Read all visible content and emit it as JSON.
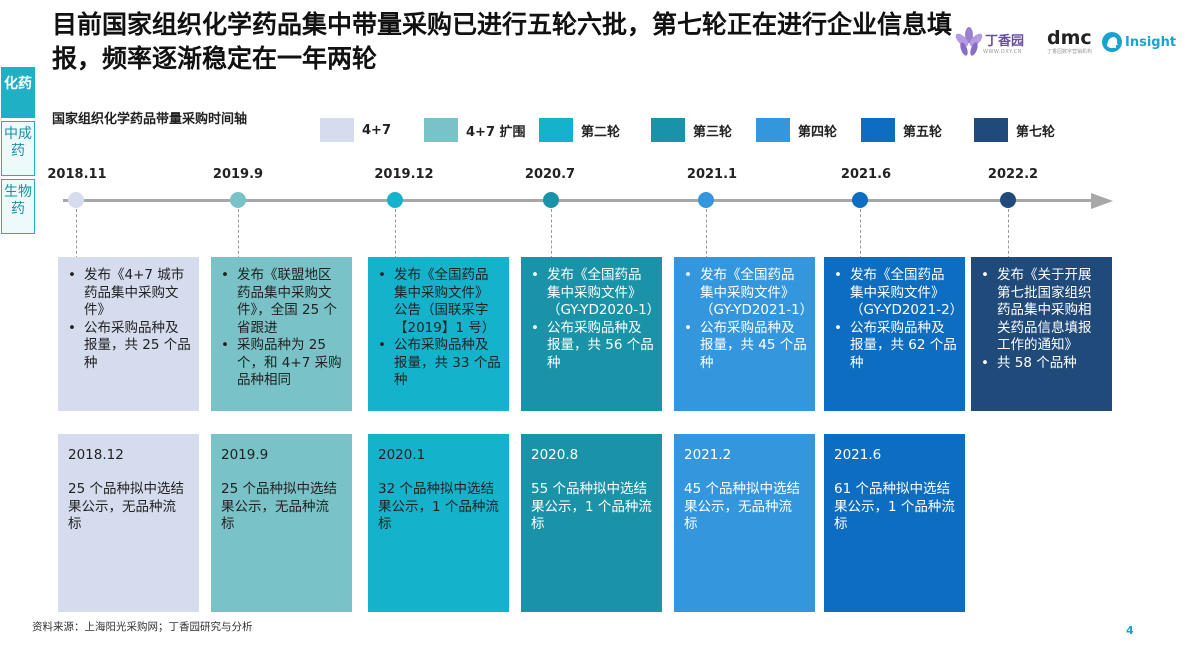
{
  "title": "目前国家组织化学药品集中带量采购已进行五轮六批，第七轮正在进行企业信息填报，频率逐渐稳定在一年两轮",
  "logos": {
    "dxy_name": "丁香园",
    "dxy_url": "WWW.DXY.CN",
    "dmc_name": "dmc",
    "dmc_sub": "丁香园数字营销机构",
    "insight_name": "Insight"
  },
  "side_tabs": [
    "化药",
    "中成药",
    "生物药"
  ],
  "subtitle": "国家组织化学药品带量采购时间轴",
  "legend": [
    {
      "label": "4+7",
      "color": "#d5dcee"
    },
    {
      "label": "4+7 扩围",
      "color": "#79c2c7"
    },
    {
      "label": "第二轮",
      "color": "#15b3cb"
    },
    {
      "label": "第三轮",
      "color": "#1a93a8"
    },
    {
      "label": "第四轮",
      "color": "#3497de"
    },
    {
      "label": "第五轮",
      "color": "#0d6dc0"
    },
    {
      "label": "第七轮",
      "color": "#1f4a79"
    }
  ],
  "timeline": [
    {
      "date": "2018.11",
      "color": "#d5dcee",
      "text_color": "#222222",
      "bullets": [
        "发布《4+7 城市药品集中采购文件》",
        "公布采购品种及报量，共 25 个品种"
      ],
      "result_date": "2018.12",
      "result_text": "25 个品种拟中选结果公示，无品种流标"
    },
    {
      "date": "2019.9",
      "color": "#79c2c7",
      "text_color": "#222222",
      "bullets": [
        "发布《联盟地区药品集中采购文件》，全国 25 个省跟进",
        "采购品种为 25 个，和 4+7 采购品种相同"
      ],
      "result_date": "2019.9",
      "result_text": "25 个品种拟中选结果公示，无品种流标"
    },
    {
      "date": "2019.12",
      "color": "#15b3cb",
      "text_color": "#222222",
      "bullets": [
        "发布《全国药品集中采购文件》公告（国联采字【2019】1 号）",
        "公布采购品种及报量，共 33 个品种"
      ],
      "result_date": "2020.1",
      "result_text": "32 个品种拟中选结果公示，1 个品种流标"
    },
    {
      "date": "2020.7",
      "color": "#1a93a8",
      "text_color": "#ffffff",
      "bullets": [
        "发布《全国药品集中采购文件》（GY-YD2020-1）",
        "公布采购品种及报量，共 56 个品种"
      ],
      "result_date": "2020.8",
      "result_text": "55 个品种拟中选结果公示，1 个品种流标"
    },
    {
      "date": "2021.1",
      "color": "#3497de",
      "text_color": "#ffffff",
      "bullets": [
        "发布《全国药品集中采购文件》（GY-YD2021-1）",
        "公布采购品种及报量，共 45 个品种"
      ],
      "result_date": "2021.2",
      "result_text": "45 个品种拟中选结果公示，无品种流标"
    },
    {
      "date": "2021.6",
      "color": "#0d6dc0",
      "text_color": "#ffffff",
      "bullets": [
        "发布《全国药品集中采购文件》（GY-YD2021-2）",
        "公布采购品种及报量，共 62 个品种"
      ],
      "result_date": "2021.6",
      "result_text": "61 个品种拟中选结果公示，1 个品种流标"
    },
    {
      "date": "2022.2",
      "color": "#1f4a79",
      "text_color": "#ffffff",
      "bullets": [
        "发布《关于开展第七批国家组织药品集中采购相关药品信息填报工作的通知》",
        "共 58 个品种"
      ],
      "result_date": "",
      "result_text": ""
    }
  ],
  "footnote": "资料来源：上海阳光采购网；丁香园研究与分析",
  "page_number": "4"
}
